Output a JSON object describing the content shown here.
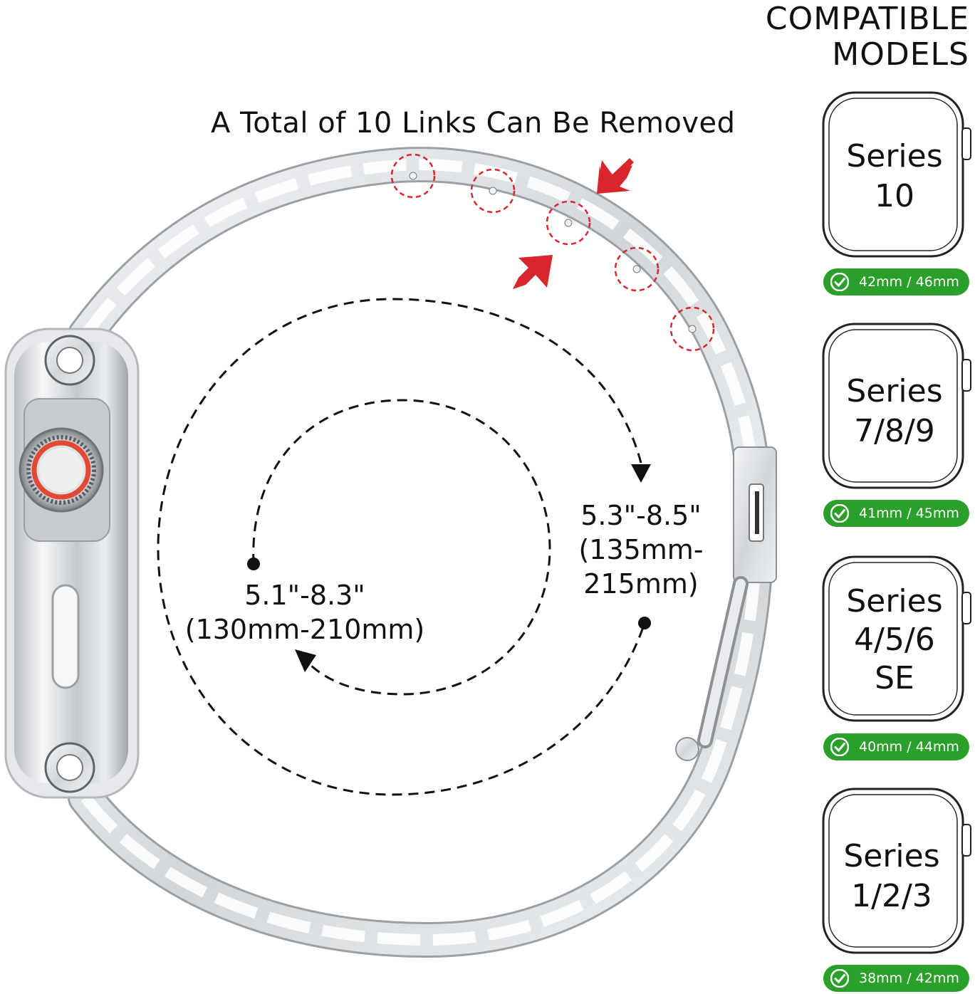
{
  "headline": "A Total of 10 Links Can Be Removed",
  "compatible_title": [
    "COMPATIBLE",
    "MODELS"
  ],
  "models": [
    {
      "name_lines": [
        "Series",
        "10"
      ],
      "sizes": "42mm / 46mm"
    },
    {
      "name_lines": [
        "Series",
        "7/8/9"
      ],
      "sizes": "41mm / 45mm"
    },
    {
      "name_lines": [
        "Series",
        "4/5/6",
        "SE"
      ],
      "sizes": "40mm / 44mm"
    },
    {
      "name_lines": [
        "Series",
        "1/2/3"
      ],
      "sizes": "38mm / 42mm"
    }
  ],
  "outer_range": {
    "inches": "5.3\"-8.5\"",
    "mm_line1": "(135mm-",
    "mm_line2": "215mm)"
  },
  "inner_range": {
    "inches": "5.1\"-8.3\"",
    "mm": "(130mm-210mm)"
  },
  "colors": {
    "badge": "#2aa02a",
    "highlight": "#d9262c",
    "steel": "#c9cdd2"
  }
}
